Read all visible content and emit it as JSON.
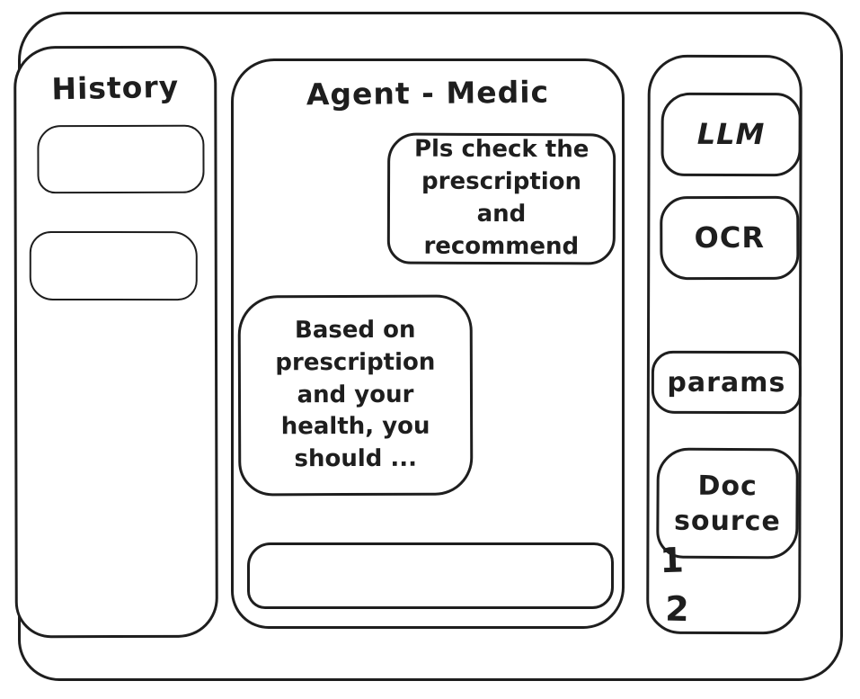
{
  "colors": {
    "ink": "#1e1e1e",
    "paper": "#ffffff"
  },
  "history_panel": {
    "title": "History",
    "items": [
      {
        "label": ""
      },
      {
        "label": ""
      }
    ]
  },
  "chat_panel": {
    "title": "Agent - Medic",
    "messages": [
      {
        "role": "user",
        "text": "Pls check the prescription and recommend"
      },
      {
        "role": "agent",
        "text": "Based on prescription and your health, you should ..."
      }
    ],
    "input": {
      "value": "",
      "placeholder": ""
    }
  },
  "tools_panel": {
    "buttons": [
      {
        "id": "llm",
        "label": "LLM"
      },
      {
        "id": "ocr",
        "label": "OCR"
      },
      {
        "id": "params",
        "label": "params"
      },
      {
        "id": "doc-source",
        "label": "Doc source"
      }
    ],
    "doc_source_items": [
      "1",
      "2"
    ]
  }
}
